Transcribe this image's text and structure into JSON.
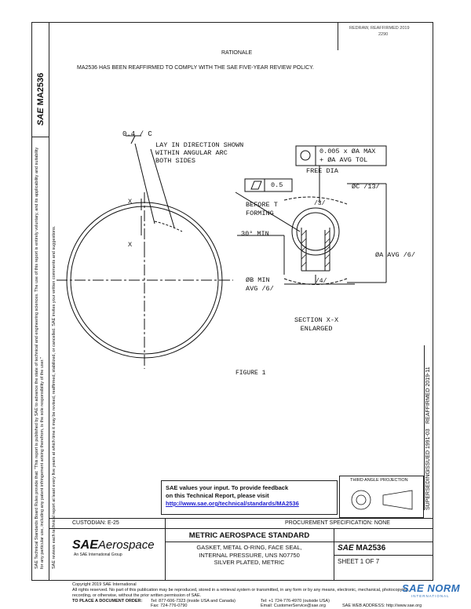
{
  "header": {
    "line1": "REDRAW, REAFFIRMED 2019",
    "line2": "2290"
  },
  "rationale": {
    "title": "RATIONALE",
    "text": "MA2536 HAS BEEN REAFFIRMED TO COMPLY WITH THE SAE FIVE-YEAR REVIEW POLICY."
  },
  "side": {
    "doc_id": "MA2536",
    "logo_text": "SAE",
    "disclaimer1": "SAE Technical Standards Board Rules provide that: \"This report is published by SAE to advance the state of technical and engineering sciences. The use of this report is entirely voluntary, and its applicability and suitability for any particular use, including any patent infringement arising therefrom, is the sole responsibility of the user.\"",
    "disclaimer2": "SAE reviews each technical report at least every five years at which time it may be revised, reaffirmed, stabilized, or cancelled. SAE invites your written comments and suggestions.",
    "right_date": "REAFFIRMED 2019-11",
    "right_issued": "ISSUED 1991-03",
    "right_superseding": "SUPERSEDING"
  },
  "drawing": {
    "tol_flat": "0.4",
    "tol_flat_datum": "C",
    "lay_note": [
      "LAY IN DIRECTION SHOWN",
      "WITHIN ANGULAR ARC",
      "BOTH SIDES"
    ],
    "fcf_top_line1": "0.005 x ØA MAX",
    "fcf_top_line2": "+ ØA AVG TOL",
    "free_dia": "FREE DIA",
    "fcf_flat_value": "0.5",
    "label_x_top": "X",
    "label_x_bottom": "X",
    "before_forming": [
      "BEFORE T",
      "FORMING"
    ],
    "angle": "30° MIN",
    "phi_c": "ØC /13/",
    "phi_a": "ØA AVG /6/",
    "phi_b": [
      "ØB MIN",
      "AVG /6/"
    ],
    "note3": "/3/",
    "note4": "/4/",
    "section_label": [
      "SECTION X-X",
      "ENLARGED"
    ],
    "figure": "FIGURE 1"
  },
  "feedback": {
    "line1": "SAE values your input. To provide feedback",
    "line2": "on this Technical Report, please visit",
    "url": "http://www.sae.org/technical/standards/MA2536"
  },
  "projection": {
    "label": "THIRD ANGLE PROJECTION"
  },
  "title_block": {
    "custodian": "CUSTODIAN: E-25",
    "procurement": "PROCUREMENT SPECIFICATION: NONE",
    "standard": "METRIC AEROSPACE STANDARD",
    "logo_main": "SAE",
    "logo_sub": "Aerospace",
    "logo_tag": "An SAE International Group",
    "desc": [
      "GASKET, METAL O-RING, FACE SEAL,",
      "INTERNAL PRESSURE, UNS N07750",
      "SILVER PLATED, METRIC"
    ],
    "doc_logo": "SAE",
    "doc_number": "MA2536",
    "sheet": "SHEET 1 OF 7"
  },
  "footer": {
    "copyright": "Copyright 2019 SAE International",
    "rights": "All rights reserved. No part of this publication may be reproduced, stored in a retrieval system or transmitted, in any form or by any means, electronic, mechanical, photocopying,",
    "rights2": "recording, or otherwise, without the prior written permission of SAE.",
    "order": "TO PLACE A DOCUMENT ORDER:",
    "tel1": "Tel:   877-606-7323 (inside USA and Canada)",
    "tel2": "Tel:   +1 724-776-4970 (outside USA)",
    "fax": "Fax:   724-776-0790",
    "email": "Email: CustomerService@sae.org",
    "web": "SAE WEB ADDRESS:   http://www.sae.org",
    "watermark": "SAE NORM",
    "watermark_sub": "INTERNATIONAL"
  }
}
